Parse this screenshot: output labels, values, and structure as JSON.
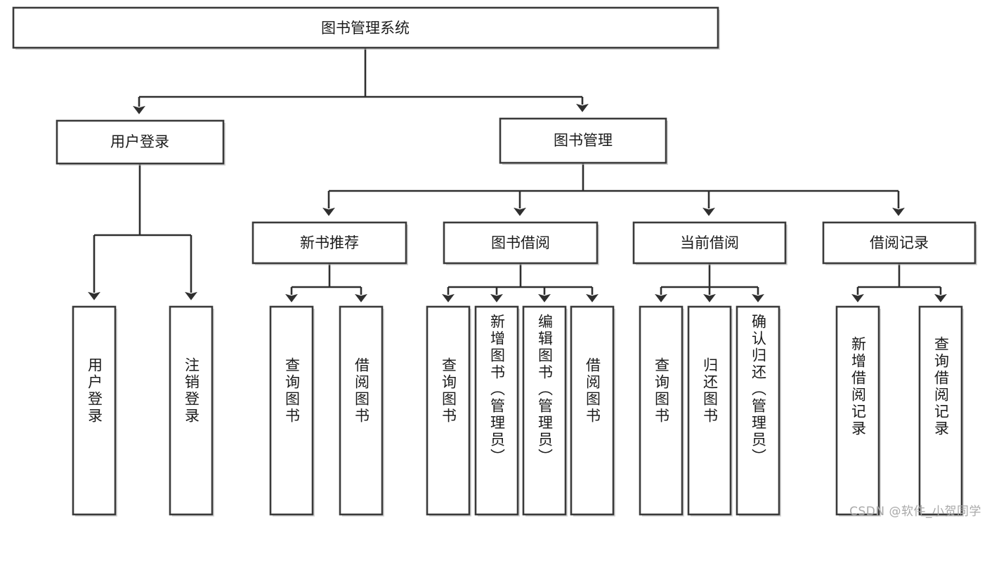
{
  "diagram": {
    "type": "tree-hierarchy",
    "orientation": "top-down",
    "root": {
      "id": "root",
      "label": "图书管理系统"
    },
    "level2": [
      {
        "id": "user-login",
        "label": "用户登录"
      },
      {
        "id": "book-manage",
        "label": "图书管理"
      }
    ],
    "level3": [
      {
        "id": "new-book-rec",
        "label": "新书推荐",
        "parent": "book-manage"
      },
      {
        "id": "book-borrow",
        "label": "图书借阅",
        "parent": "book-manage"
      },
      {
        "id": "current-borrow",
        "label": "当前借阅",
        "parent": "book-manage"
      },
      {
        "id": "borrow-record",
        "label": "借阅记录",
        "parent": "book-manage"
      }
    ],
    "leaves": [
      {
        "id": "leaf-user-login",
        "label": "用户登录",
        "parent": "user-login"
      },
      {
        "id": "leaf-logout",
        "label": "注销登录",
        "parent": "user-login"
      },
      {
        "id": "leaf-query-book-1",
        "label": "查询图书",
        "parent": "new-book-rec"
      },
      {
        "id": "leaf-borrow-book-1",
        "label": "借阅图书",
        "parent": "new-book-rec"
      },
      {
        "id": "leaf-query-book-2",
        "label": "查询图书",
        "parent": "book-borrow"
      },
      {
        "id": "leaf-add-book",
        "label": "新增图书（管理员）",
        "parent": "book-borrow"
      },
      {
        "id": "leaf-edit-book",
        "label": "编辑图书（管理员）",
        "parent": "book-borrow"
      },
      {
        "id": "leaf-borrow-book-2",
        "label": "借阅图书",
        "parent": "book-borrow"
      },
      {
        "id": "leaf-query-book-3",
        "label": "查询图书",
        "parent": "current-borrow"
      },
      {
        "id": "leaf-return-book",
        "label": "归还图书",
        "parent": "current-borrow"
      },
      {
        "id": "leaf-confirm-return",
        "label": "确认归还（管理员）",
        "parent": "current-borrow"
      },
      {
        "id": "leaf-add-record",
        "label": "新增借阅记录",
        "parent": "borrow-record"
      },
      {
        "id": "leaf-query-record",
        "label": "查询借阅记录",
        "parent": "borrow-record"
      }
    ],
    "colors": {
      "box_fill": "#ffffff",
      "box_stroke": "#3a3a3a",
      "edge": "#2f2f2f",
      "text": "#1b1b1b",
      "watermark": "#a9a9a9",
      "background": "#ffffff"
    }
  },
  "watermark": {
    "text": "CSDN @软件_小贺同学"
  }
}
